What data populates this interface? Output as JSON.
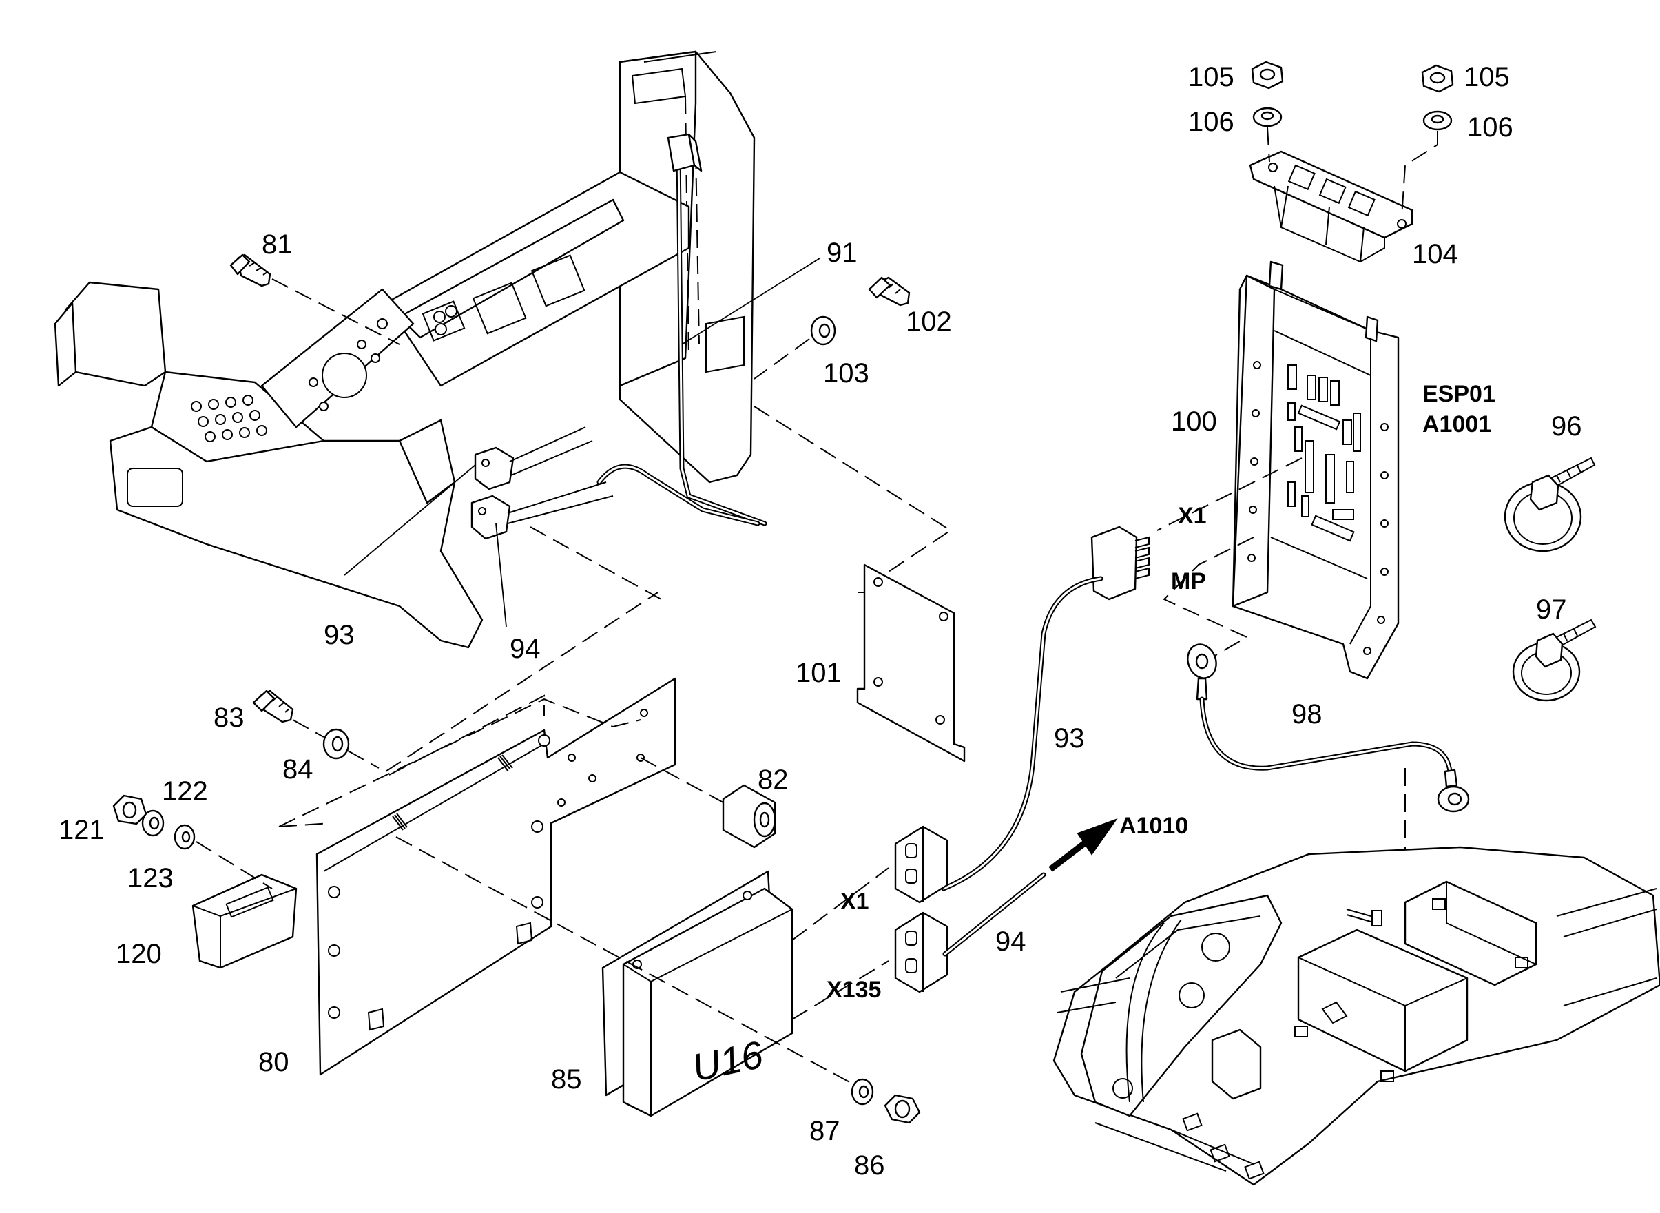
{
  "labels": {
    "p80": "80",
    "p81": "81",
    "p82": "82",
    "p83": "83",
    "p84": "84",
    "p85": "85",
    "p86": "86",
    "p87": "87",
    "p91": "91",
    "p93a": "93",
    "p93b": "93",
    "p94a": "94",
    "p94b": "94",
    "p96": "96",
    "p97": "97",
    "p98": "98",
    "p100": "100",
    "p101": "101",
    "p102": "102",
    "p103": "103",
    "p104": "104",
    "p105a": "105",
    "p105b": "105",
    "p106a": "106",
    "p106b": "106",
    "p120": "120",
    "p121": "121",
    "p122": "122",
    "p123": "123"
  },
  "callouts": {
    "esp01": "ESP01",
    "a1001": "A1001",
    "x1_top": "X1",
    "mp": "MP",
    "a1010": "A1010",
    "x1_bottom": "X1",
    "x135": "X135",
    "u16": "U16"
  }
}
